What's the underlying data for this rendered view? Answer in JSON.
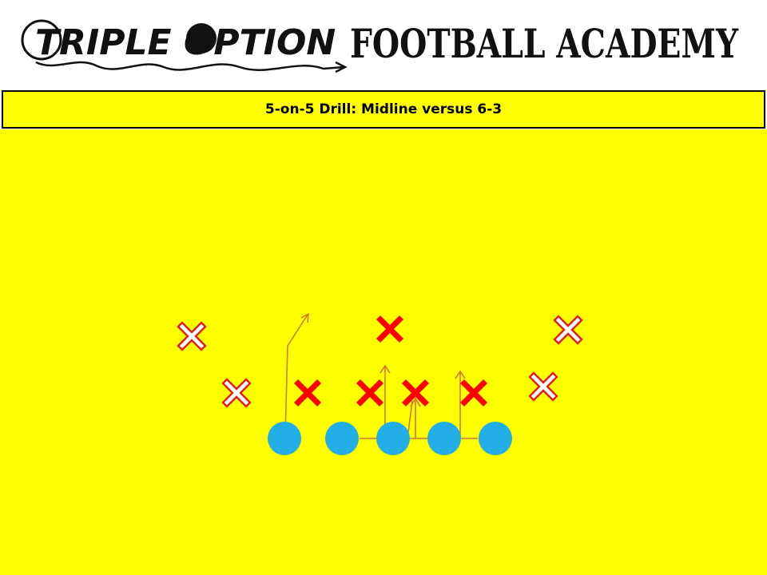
{
  "brand": {
    "logo_part1": "TRIPLE OPTION",
    "logo_part2": "FOOTBALL ACADEMY"
  },
  "diagram": {
    "title": "5-on-5 Drill: Midline versus 6-3"
  },
  "colors": {
    "field": "#ffff00",
    "offense": "#22aee6",
    "defense_solid": "#ff0000",
    "route": "#d07a3a"
  }
}
